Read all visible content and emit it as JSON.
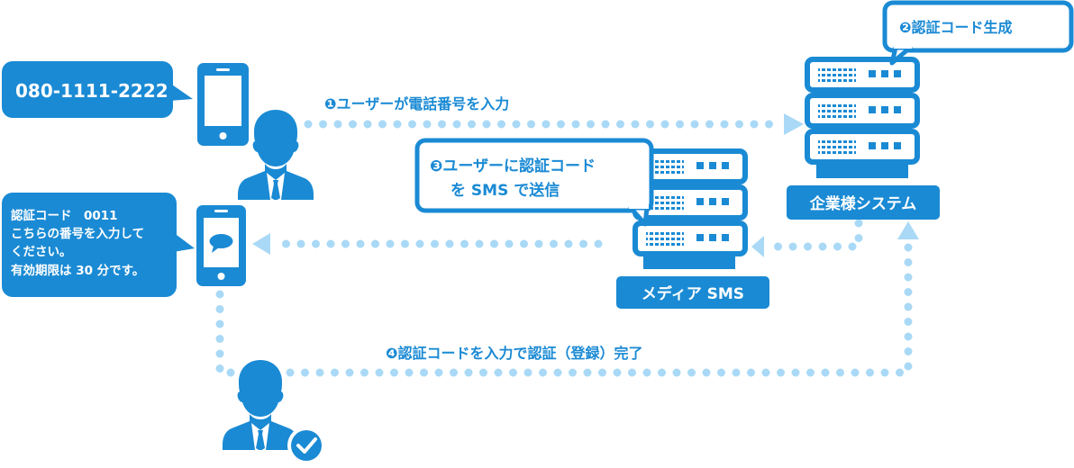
{
  "colors": {
    "primary": "#1a8ad4",
    "dots": "#a9d9f6"
  },
  "bubbles": {
    "phone_number": "080-1111-2222",
    "step2": "❷認証コード生成",
    "step3_line1": "❸ユーザーに認証コード",
    "step3_line2": "を SMS で送信",
    "sms_lines": [
      "認証コード　0011",
      "こちらの番号を入力して",
      "ください。",
      "有効期限は 30 分です。"
    ]
  },
  "steps": {
    "step1": "❶ユーザーが電話番号を入力",
    "step4": "❹認証コードを入力で認証（登録）完了"
  },
  "labels": {
    "company_system": "企業様システム",
    "media_sms": "メディア SMS"
  }
}
